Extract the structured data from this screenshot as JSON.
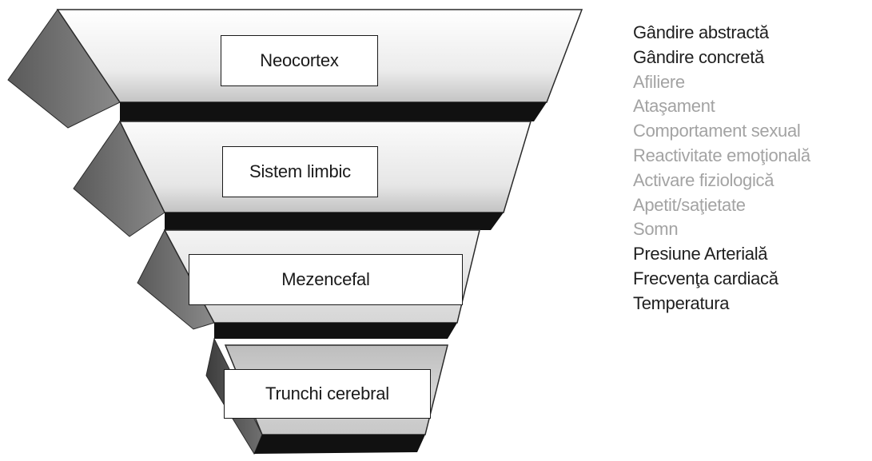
{
  "pyramid": {
    "layers": [
      {
        "label": "Neocortex"
      },
      {
        "label": "Sistem limbic"
      },
      {
        "label": "Mezencefal"
      },
      {
        "label": "Trunchi cerebral"
      }
    ]
  },
  "functions": [
    {
      "text": "Gândire abstractă",
      "tone": "dark"
    },
    {
      "text": "Gândire concretă",
      "tone": "dark"
    },
    {
      "text": "Afiliere",
      "tone": "light"
    },
    {
      "text": "Ataşament",
      "tone": "light"
    },
    {
      "text": "Comportament sexual",
      "tone": "light"
    },
    {
      "text": "Reactivitate emoţională",
      "tone": "light"
    },
    {
      "text": "Activare fiziologică",
      "tone": "light"
    },
    {
      "text": "Apetit/saţietate",
      "tone": "light"
    },
    {
      "text": "Somn",
      "tone": "light"
    },
    {
      "text": "Presiune Arterială",
      "tone": "dark"
    },
    {
      "text": "Frecvenţa cardiacă",
      "tone": "dark"
    },
    {
      "text": "Temperatura",
      "tone": "dark"
    }
  ],
  "colors": {
    "dark_text": "#1f1f1f",
    "light_text": "#a3a3a3",
    "band_shadow": "#111111",
    "side_face": "#6e6e6e"
  }
}
